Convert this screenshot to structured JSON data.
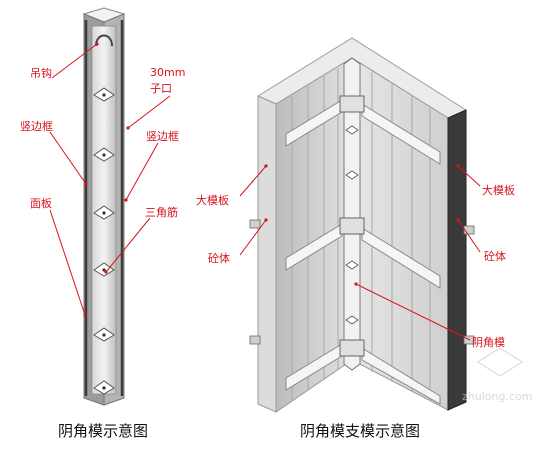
{
  "left_figure": {
    "labels": {
      "hook": "吊钩",
      "opening_30": "30mm",
      "opening": "子口",
      "vertical_frame_left": "竖边框",
      "vertical_frame_right": "竖边框",
      "panel": "面板",
      "triangle_rib": "三角筋"
    },
    "caption": "阴角模示意图"
  },
  "right_figure": {
    "labels": {
      "large_panel_left": "大模板",
      "large_panel_right": "大模板",
      "concrete_left": "砼体",
      "concrete_right": "砼体",
      "inner_corner_form": "阴角模"
    },
    "caption": "阴角模支模示意图"
  },
  "watermark": "zhulong.com",
  "colors": {
    "label": "#d8131c",
    "leader": "#d8131c",
    "metal_light": "#e9e9e9",
    "metal_mid": "#bdbdbd",
    "metal_dark": "#5a5a5a"
  }
}
